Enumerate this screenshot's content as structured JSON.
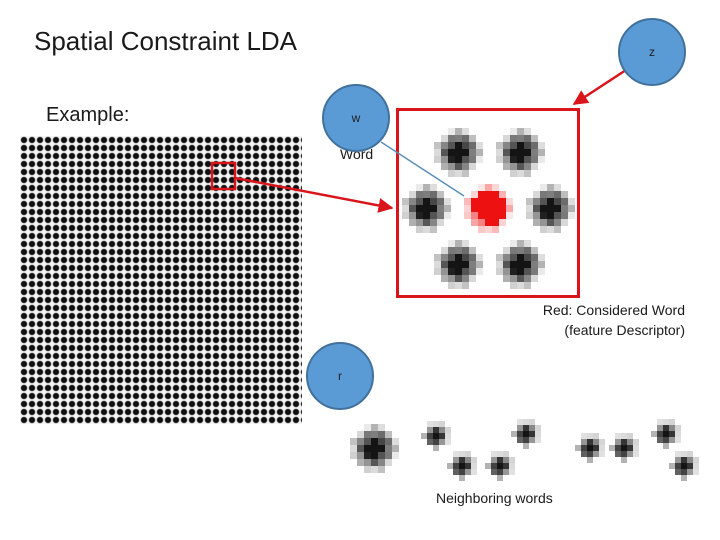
{
  "title": "Spatial Constraint LDA",
  "example_label": "Example:",
  "nodes": {
    "z": "z",
    "w": "w",
    "r": "r"
  },
  "word_label": "Word",
  "red_label_line1": "Red: Considered Word",
  "red_label_line2": "(feature Descriptor)",
  "neighbor_label": "Neighboring words",
  "colors": {
    "highlight": "#d9141b",
    "node_fill": "#5b9bd5",
    "node_border": "#41719c",
    "connector": "#5b8fb9"
  }
}
